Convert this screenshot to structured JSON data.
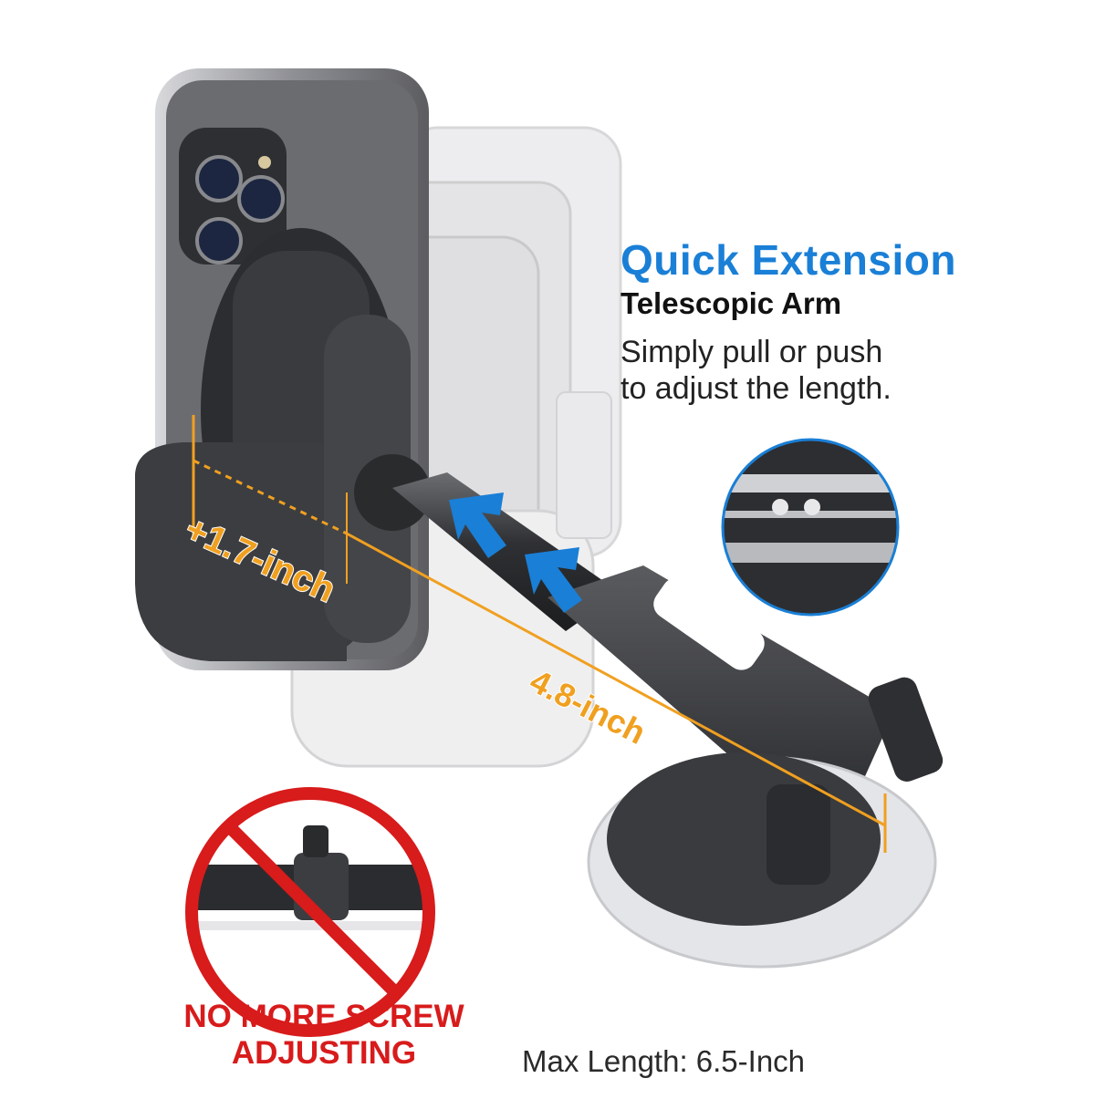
{
  "heading": "Quick Extension",
  "subheading": "Telescopic Arm",
  "description_line1": "Simply pull or push",
  "description_line2": "to adjust the length.",
  "measure_holder": "+1.7-inch",
  "measure_arm": "4.8-inch",
  "warning_line1": "NO MORE SCREW",
  "warning_line2": "ADJUSTING",
  "max_length": "Max Length: 6.5-Inch",
  "colors": {
    "accent_blue": "#1a7fd6",
    "measure_orange": "#f0a020",
    "warning_red": "#d81b1b",
    "mount_dark": "#3a3b3e"
  },
  "icons": [
    "smartphone-icon",
    "arrow-left-icon",
    "no-sign-icon"
  ]
}
